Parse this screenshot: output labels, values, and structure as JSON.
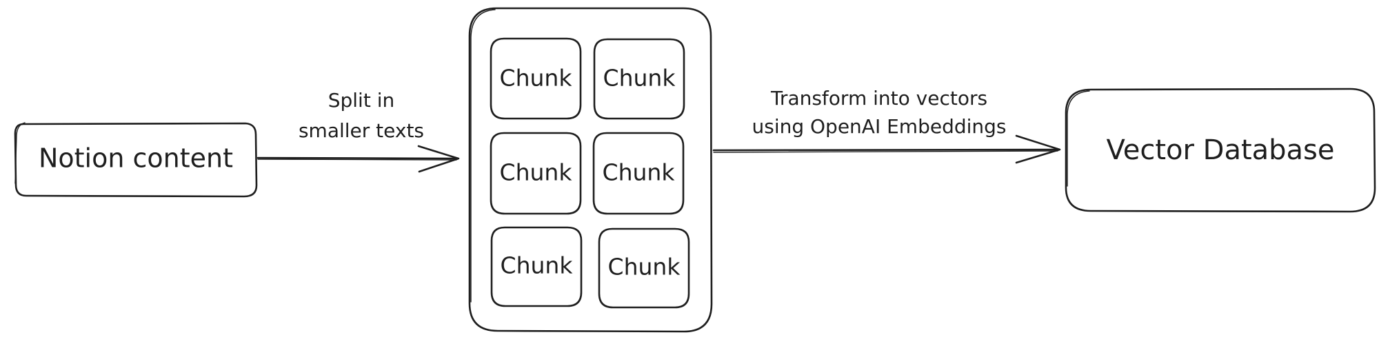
{
  "nodes": {
    "source": {
      "label": "Notion content"
    },
    "chunks": [
      "Chunk",
      "Chunk",
      "Chunk",
      "Chunk",
      "Chunk",
      "Chunk"
    ],
    "target": {
      "label": "Vector Database"
    }
  },
  "edges": {
    "split": {
      "line1": "Split in",
      "line2": "smaller texts"
    },
    "transform": {
      "line1": "Transform into vectors",
      "line2": "using OpenAI Embeddings"
    }
  }
}
